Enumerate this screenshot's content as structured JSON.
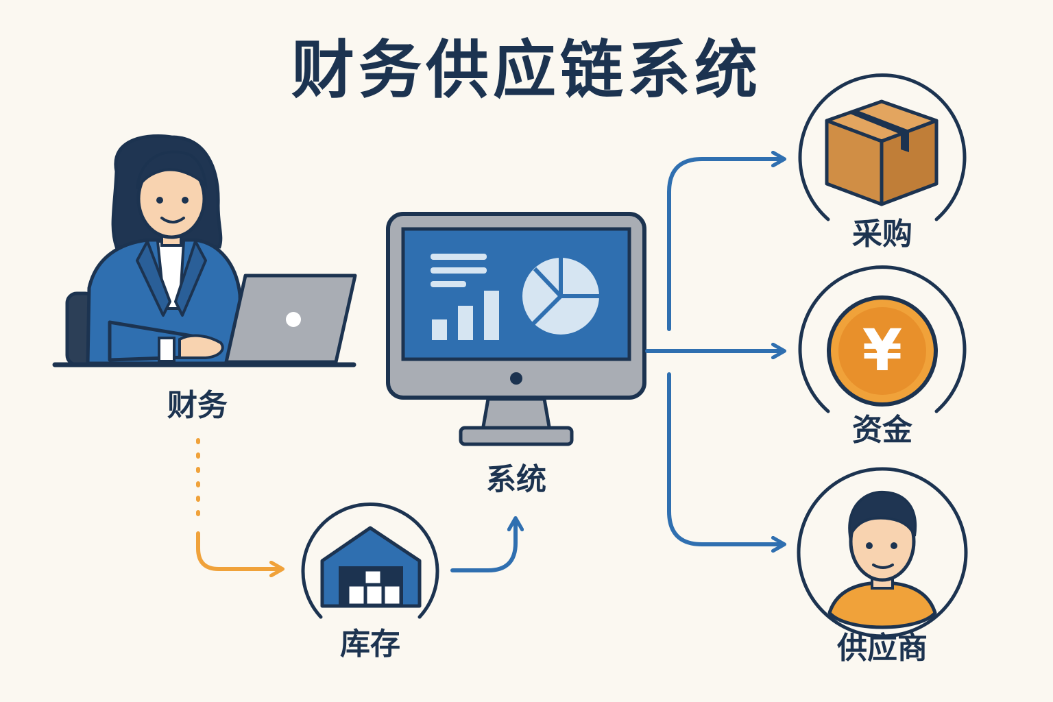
{
  "title": "财务供应链系统",
  "nodes": {
    "finance": "财务",
    "system": "系统",
    "inventory": "库存",
    "procurement": "采购",
    "funds": "资金",
    "supplier": "供应商"
  },
  "currency_symbol": "¥",
  "colors": {
    "background": "#fbf8f1",
    "navy": "#1c3350",
    "blue": "#2f6fb0",
    "orange": "#f0a23a",
    "box": "#d08e45"
  },
  "icons": [
    "person-at-laptop-icon",
    "computer-monitor-icon",
    "warehouse-icon",
    "package-box-icon",
    "yuan-coin-icon",
    "supplier-person-icon"
  ]
}
